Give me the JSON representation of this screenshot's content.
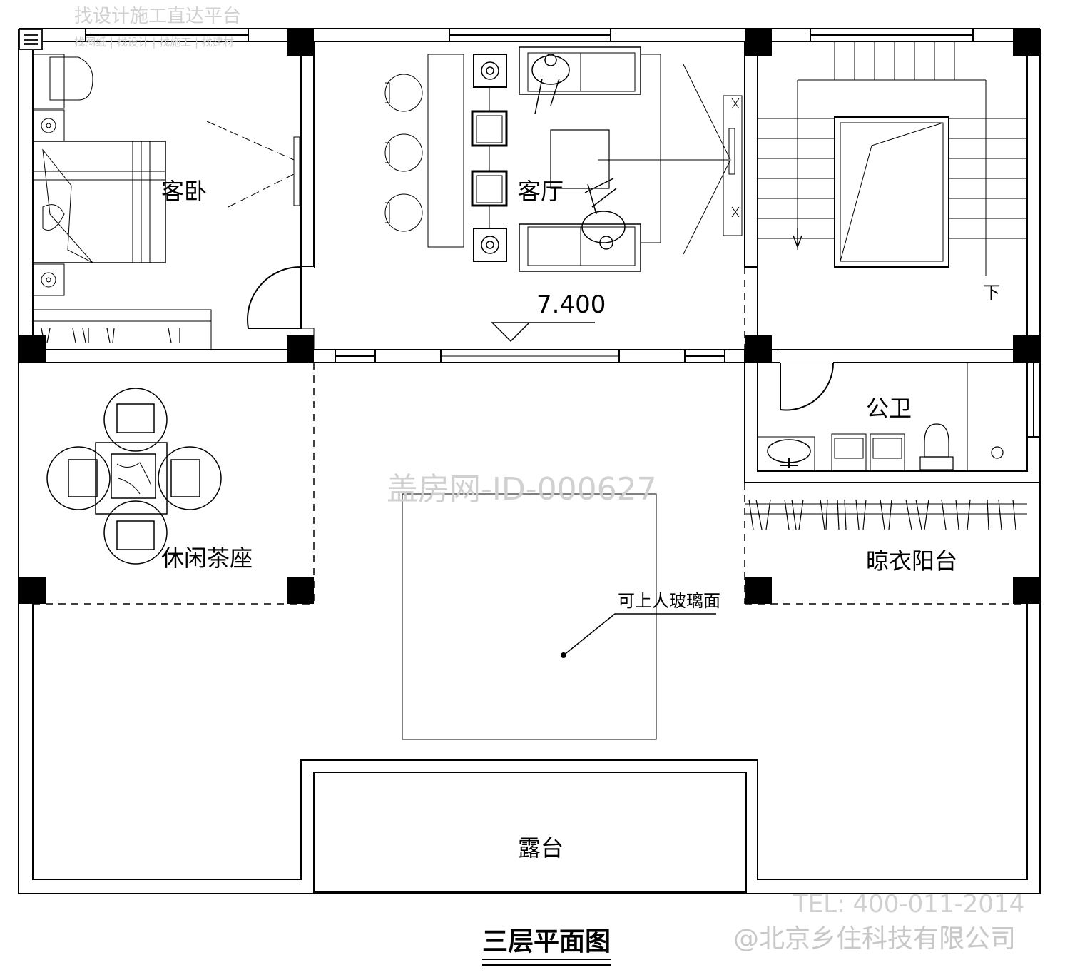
{
  "header": {
    "platform_title": "找设计施工直达平台",
    "platform_links": "找图纸 | 找设计 | 找施工 | 找建材"
  },
  "rooms": {
    "guest_bedroom": "客卧",
    "living_room": "客厅",
    "tea_lounge": "休闲茶座",
    "public_bathroom": "公卫",
    "drying_balcony": "晾衣阳台",
    "terrace": "露台"
  },
  "stair_label": "下",
  "elevation": "7.400",
  "glass_note": "可上人玻璃面",
  "watermark_id": "盖房网-ID-000627",
  "contact": {
    "tel": "TEL: 400-011-2014",
    "company": "@北京乡住科技有限公司"
  },
  "drawing_title": "三层平面图",
  "colors": {
    "line": "#000000",
    "watermark": "#d0d0d0"
  }
}
